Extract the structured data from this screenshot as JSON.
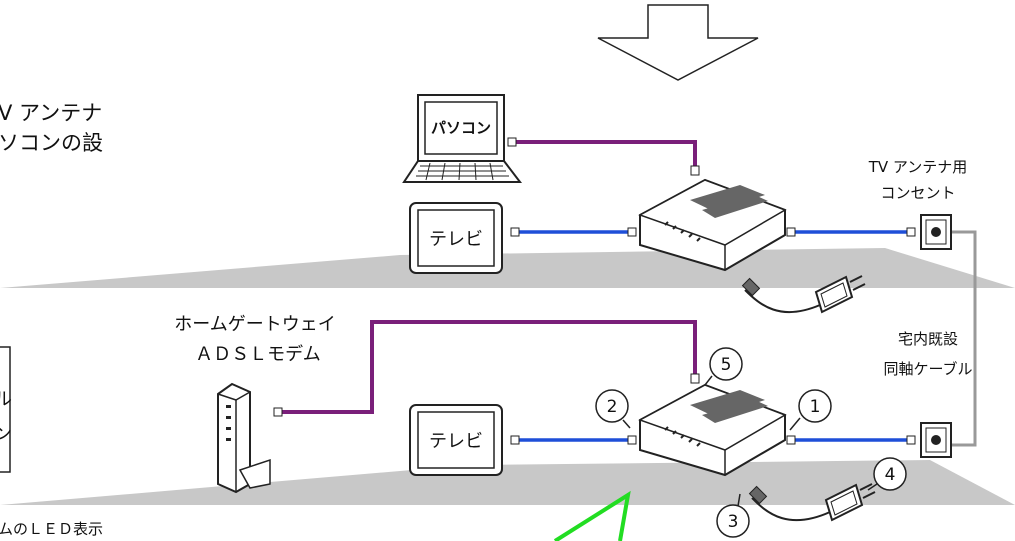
{
  "labels": {
    "left_text_line1": "V アンテナ",
    "left_text_line2": "ソコンの設",
    "pc": "パソコン",
    "tv_top": "テレビ",
    "tv_bottom": "テレビ",
    "outlet_line1": "TV アンテナ用",
    "outlet_line2": "コンセント",
    "gateway_line1": "ホームゲートウェイ",
    "gateway_line2": "ＡＤＳＬモデム",
    "coax_line1": "宅内既設",
    "coax_line2": "同軸ケーブル",
    "left_box_char1": "ル",
    "left_box_char2": "ン",
    "led_caption": "ムのＬＥＤ表示"
  },
  "markers": [
    "1",
    "2",
    "3",
    "4",
    "5"
  ],
  "colors": {
    "coax_cable": "#1e4fd8",
    "lan_cable": "#7a1f7a",
    "floor": "#c8c8c8",
    "highlight": "#22dd22"
  }
}
